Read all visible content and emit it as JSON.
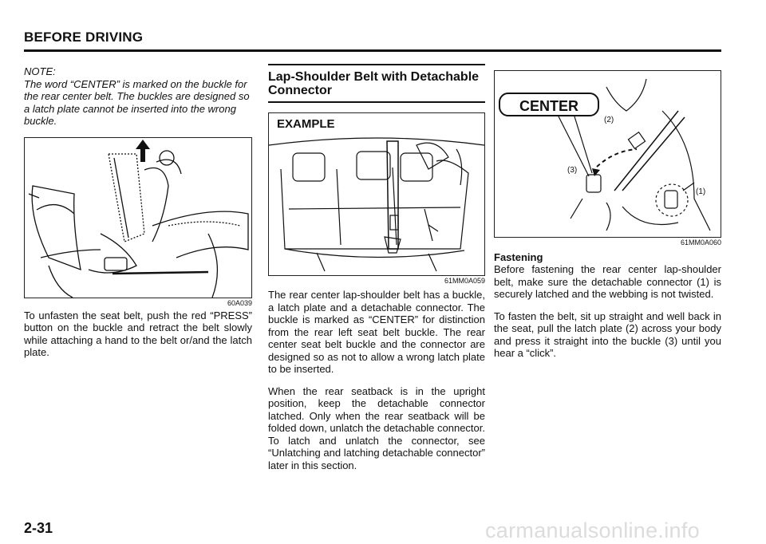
{
  "header": {
    "title": "BEFORE DRIVING"
  },
  "left_column": {
    "note_label": "NOTE:",
    "note_text": "The word “CENTER” is marked on the buckle for the rear center belt. The buckles are designed so a latch plate cannot be inserted into the wrong buckle.",
    "figure_code": "60A039",
    "body": "To unfasten the seat belt, push the red “PRESS” button on the buckle and retract the belt slowly while attaching a hand to the belt or/and the latch plate."
  },
  "middle_column": {
    "section_title": "Lap-Shoulder Belt with Detachable Connector",
    "figure_label": "EXAMPLE",
    "figure_code": "61MM0A059",
    "para1": "The rear center lap-shoulder belt has a buckle, a latch plate and a detachable connector. The buckle is marked as “CENTER” for distinction from the rear left seat belt buckle. The rear center seat belt buckle and the connector are designed so as not to allow a wrong latch plate to be inserted.",
    "para2": "When the rear seatback is in the upright position, keep the detachable connector latched. Only when the rear seatback will be folded down, unlatch the detachable connector. To latch and unlatch the connector, see “Unlatching and latching detachable connector” later in this section."
  },
  "right_column": {
    "figure_tag": "CENTER",
    "callout_1": "(1)",
    "callout_2": "(2)",
    "callout_3": "(3)",
    "figure_code": "61MM0A060",
    "subheading": "Fastening",
    "para1": "Before fastening the rear center lap-shoulder belt, make sure the detachable connector (1) is securely latched and the webbing is not twisted.",
    "para2": "To fasten the belt, sit up straight and well back in the seat, pull the latch plate (2) across your body and press it straight into the buckle (3) until you hear a “click”."
  },
  "footer": {
    "page_number": "2-31",
    "watermark": "carmanualsonline.info"
  }
}
